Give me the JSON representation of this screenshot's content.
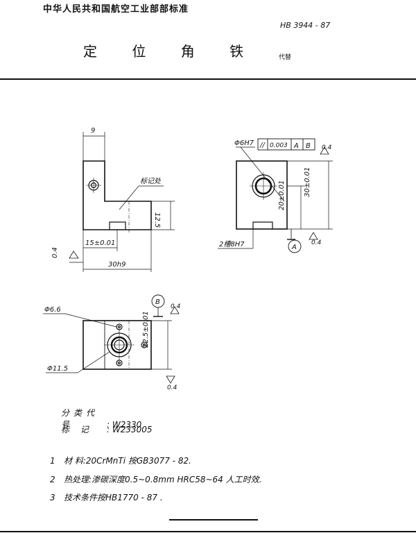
{
  "header": {
    "organization": "中华人民共和国航空工业部部标准",
    "standard_code": "HB 3944 - 87",
    "title": "定 位 角 铁",
    "replaces": "代替"
  },
  "drawing": {
    "front_view": {
      "dim_top": "9",
      "mark_label": "标记处",
      "dim_height": "12.5",
      "dim_offset": "15±0.01",
      "dim_width": "30h9",
      "roughness_left": "0.4"
    },
    "side_view": {
      "hole_label": "Φ6H7",
      "tolerance_symbol": "//",
      "tolerance_value": "0.003",
      "datum_a": "A",
      "datum_b": "B",
      "roughness_top": "0.4",
      "dim_hole_height": "20±0.01",
      "dim_total_height": "30±0.01",
      "slot_label": "2槽8H7",
      "datum_a_marker": "A",
      "roughness_bottom": "0.4"
    },
    "top_view": {
      "datum_b_marker": "B",
      "roughness_top": "0.4",
      "dia_small": "Φ6.6",
      "dia_large": "Φ11.5",
      "dim_width": "22.5±0.01",
      "roughness_bottom": "0.4"
    }
  },
  "info": {
    "class_code_label": "分类代号",
    "class_code_value": "W2330",
    "mark_label": "标 记",
    "mark_value": "W233005"
  },
  "notes": [
    {
      "num": "1",
      "text": "材 料:20CrMnTi 按GB3077 - 82."
    },
    {
      "num": "2",
      "text": "热处理:渗碳深度0.5~0.8mm HRC58~64 人工时效."
    },
    {
      "num": "3",
      "text": "技术条件按HB1770 - 87 ."
    }
  ]
}
